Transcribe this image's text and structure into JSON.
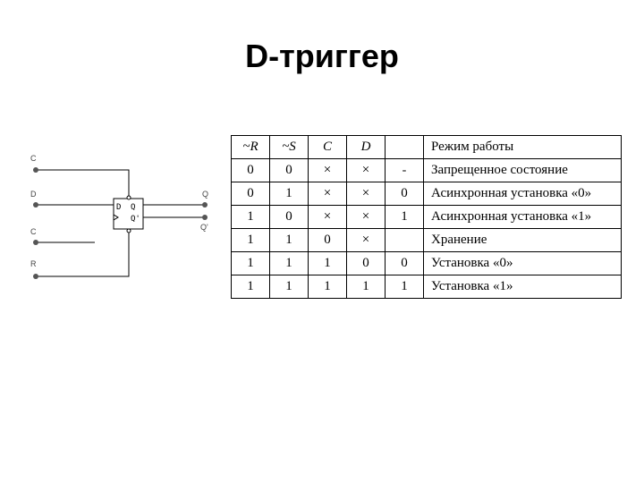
{
  "title": "D-триггер",
  "circuit": {
    "input_labels": [
      "C",
      "D",
      "C",
      "R"
    ],
    "output_labels": [
      "Q",
      "Q'"
    ],
    "block_labels": {
      "d": "D",
      "q": "Q",
      "qn": "Q'"
    }
  },
  "table": {
    "headers": [
      "~R",
      "~S",
      "C",
      "D",
      "",
      "Режим работы"
    ],
    "rows": [
      [
        "0",
        "0",
        "×",
        "×",
        "-",
        "Запрещенное состояние"
      ],
      [
        "0",
        "1",
        "×",
        "×",
        "0",
        "Асинхронная установка «0»"
      ],
      [
        "1",
        "0",
        "×",
        "×",
        "1",
        "Асинхронная установка «1»"
      ],
      [
        "1",
        "1",
        "0",
        "×",
        "",
        "Хранение"
      ],
      [
        "1",
        "1",
        "1",
        "0",
        "0",
        "Установка «0»"
      ],
      [
        "1",
        "1",
        "1",
        "1",
        "1",
        "Установка «1»"
      ]
    ]
  }
}
